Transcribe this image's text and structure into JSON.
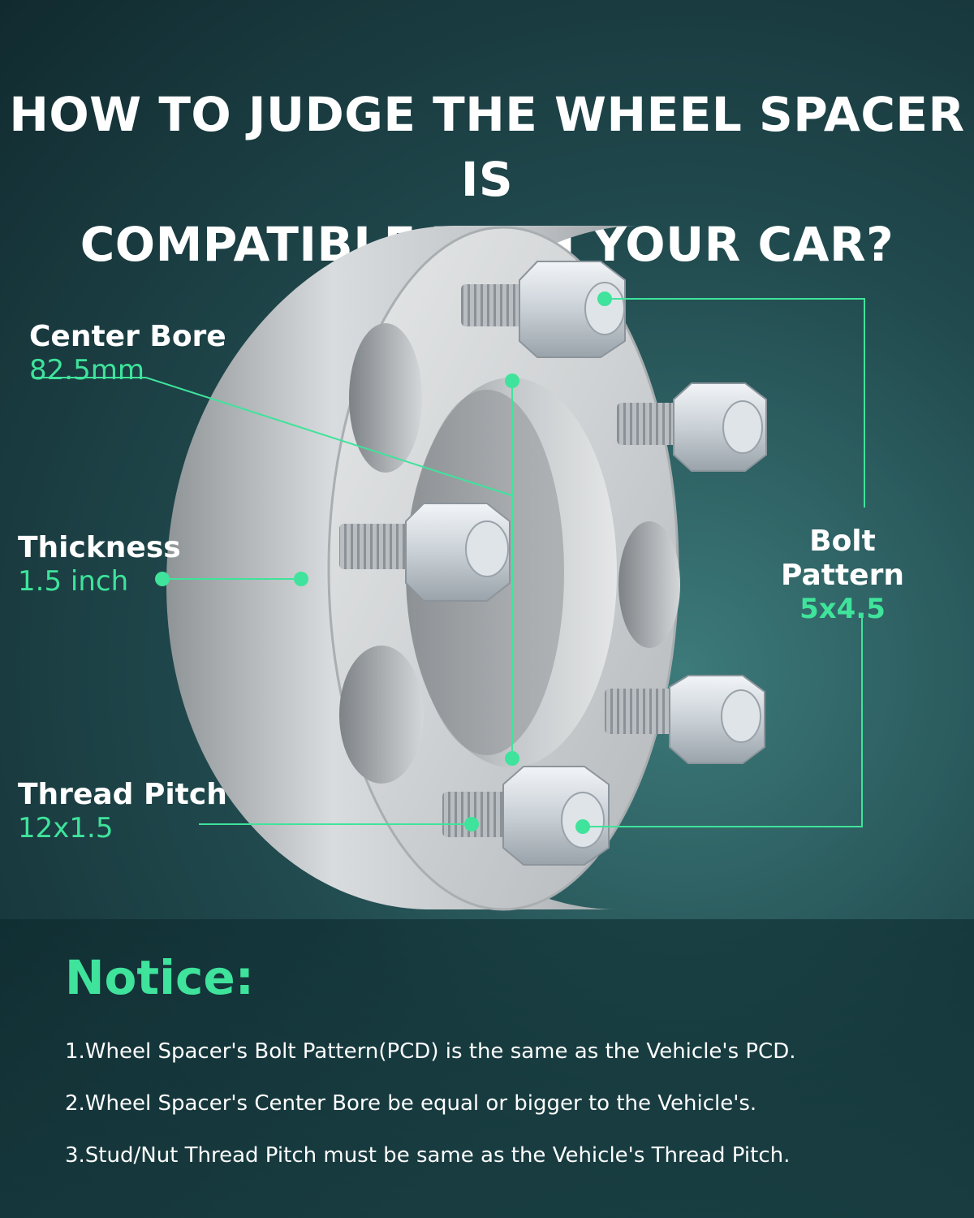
{
  "heading": {
    "line1": "HOW TO JUDGE THE WHEEL SPACER IS",
    "line2": "COMPATIBLE WITH YOUR CAR?"
  },
  "specs": {
    "center_bore": {
      "label": "Center Bore",
      "value": "82.5mm"
    },
    "thickness": {
      "label": "Thickness",
      "value": "1.5 inch"
    },
    "thread_pitch": {
      "label": "Thread Pitch",
      "value": "12x1.5"
    },
    "bolt_pattern": {
      "label": "Bolt Pattern",
      "value": "5x4.5"
    }
  },
  "notice": {
    "title": "Notice:",
    "items": [
      "1.Wheel Spacer's Bolt Pattern(PCD) is the same as the Vehicle's PCD.",
      "2.Wheel Spacer's Center Bore be equal or bigger to the Vehicle's.",
      "3.Stud/Nut Thread Pitch must be same as the Vehicle's Thread Pitch."
    ]
  },
  "colors": {
    "accent": "#3fe39b",
    "background": "#214b4f",
    "metal": "#c8cbcd"
  }
}
